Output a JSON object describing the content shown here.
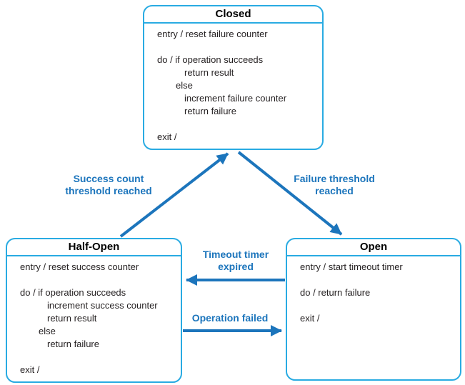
{
  "colors": {
    "box_border": "#29ABE2",
    "arrow": "#1C75BC",
    "label": "#1C75BC",
    "body_text": "#231F20",
    "title_text": "#000000",
    "bg": "#FFFFFF"
  },
  "states": [
    {
      "id": "closed",
      "title": "Closed",
      "lines": [
        {
          "text": "entry / reset failure counter",
          "indent": 0
        },
        {
          "text": "",
          "indent": 0
        },
        {
          "text": "do / if operation succeeds",
          "indent": 0
        },
        {
          "text": "return result",
          "indent": 2
        },
        {
          "text": "else",
          "indent": 1
        },
        {
          "text": "increment failure counter",
          "indent": 2
        },
        {
          "text": "return failure",
          "indent": 2
        },
        {
          "text": "",
          "indent": 0
        },
        {
          "text": "exit /",
          "indent": 0
        }
      ]
    },
    {
      "id": "half-open",
      "title": "Half-Open",
      "lines": [
        {
          "text": "entry / reset success counter",
          "indent": 0
        },
        {
          "text": "",
          "indent": 0
        },
        {
          "text": "do / if operation succeeds",
          "indent": 0
        },
        {
          "text": "increment success counter",
          "indent": 2
        },
        {
          "text": "return result",
          "indent": 2
        },
        {
          "text": "else",
          "indent": 1
        },
        {
          "text": "return failure",
          "indent": 2
        },
        {
          "text": "",
          "indent": 0
        },
        {
          "text": "exit /",
          "indent": 0
        }
      ]
    },
    {
      "id": "open",
      "title": "Open",
      "lines": [
        {
          "text": "entry / start timeout timer",
          "indent": 0
        },
        {
          "text": "",
          "indent": 0
        },
        {
          "text": "do / return failure",
          "indent": 0
        },
        {
          "text": "",
          "indent": 0
        },
        {
          "text": "exit /",
          "indent": 0
        }
      ]
    }
  ],
  "transitions": [
    {
      "id": "success-threshold",
      "from": "half-open",
      "to": "closed",
      "label": "Success count\nthreshold reached"
    },
    {
      "id": "failure-threshold",
      "from": "closed",
      "to": "open",
      "label": "Failure threshold\nreached"
    },
    {
      "id": "timeout-expired",
      "from": "open",
      "to": "half-open",
      "label": "Timeout timer\nexpired"
    },
    {
      "id": "operation-failed",
      "from": "half-open",
      "to": "open",
      "label": "Operation failed"
    }
  ]
}
